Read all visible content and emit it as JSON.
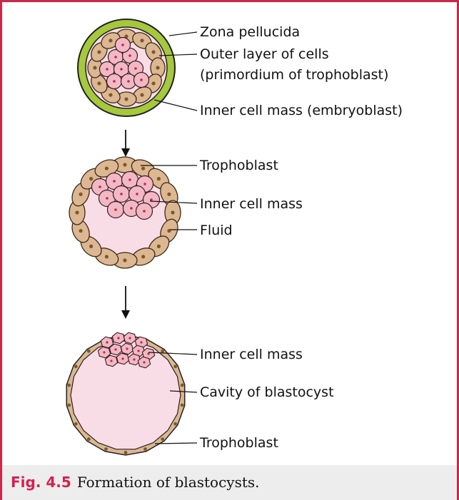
{
  "figure": {
    "number": "Fig. 4.5",
    "caption": "Formation of blastocysts."
  },
  "stage1": {
    "labels": {
      "zona": "Zona pellucida",
      "outer_line1": "Outer layer of cells",
      "outer_line2": "(primordium of trophoblast)",
      "inner": "Inner cell mass (embryoblast)"
    }
  },
  "stage2": {
    "labels": {
      "trophoblast": "Trophoblast",
      "inner": "Inner cell mass",
      "fluid": "Fluid"
    }
  },
  "stage3": {
    "labels": {
      "inner": "Inner cell mass",
      "cavity": "Cavity of blastocyst",
      "trophoblast": "Trophoblast"
    }
  },
  "colors": {
    "frame": "#c8284a",
    "zona": "#a6c83c",
    "cell_fill": "#dcb791",
    "inner_fill": "#f2b8c4",
    "cavity_fill": "#f9dde6",
    "nucleus": "#7a5a2c",
    "caption_bg": "#ededed",
    "fig_number": "#d6204e"
  }
}
